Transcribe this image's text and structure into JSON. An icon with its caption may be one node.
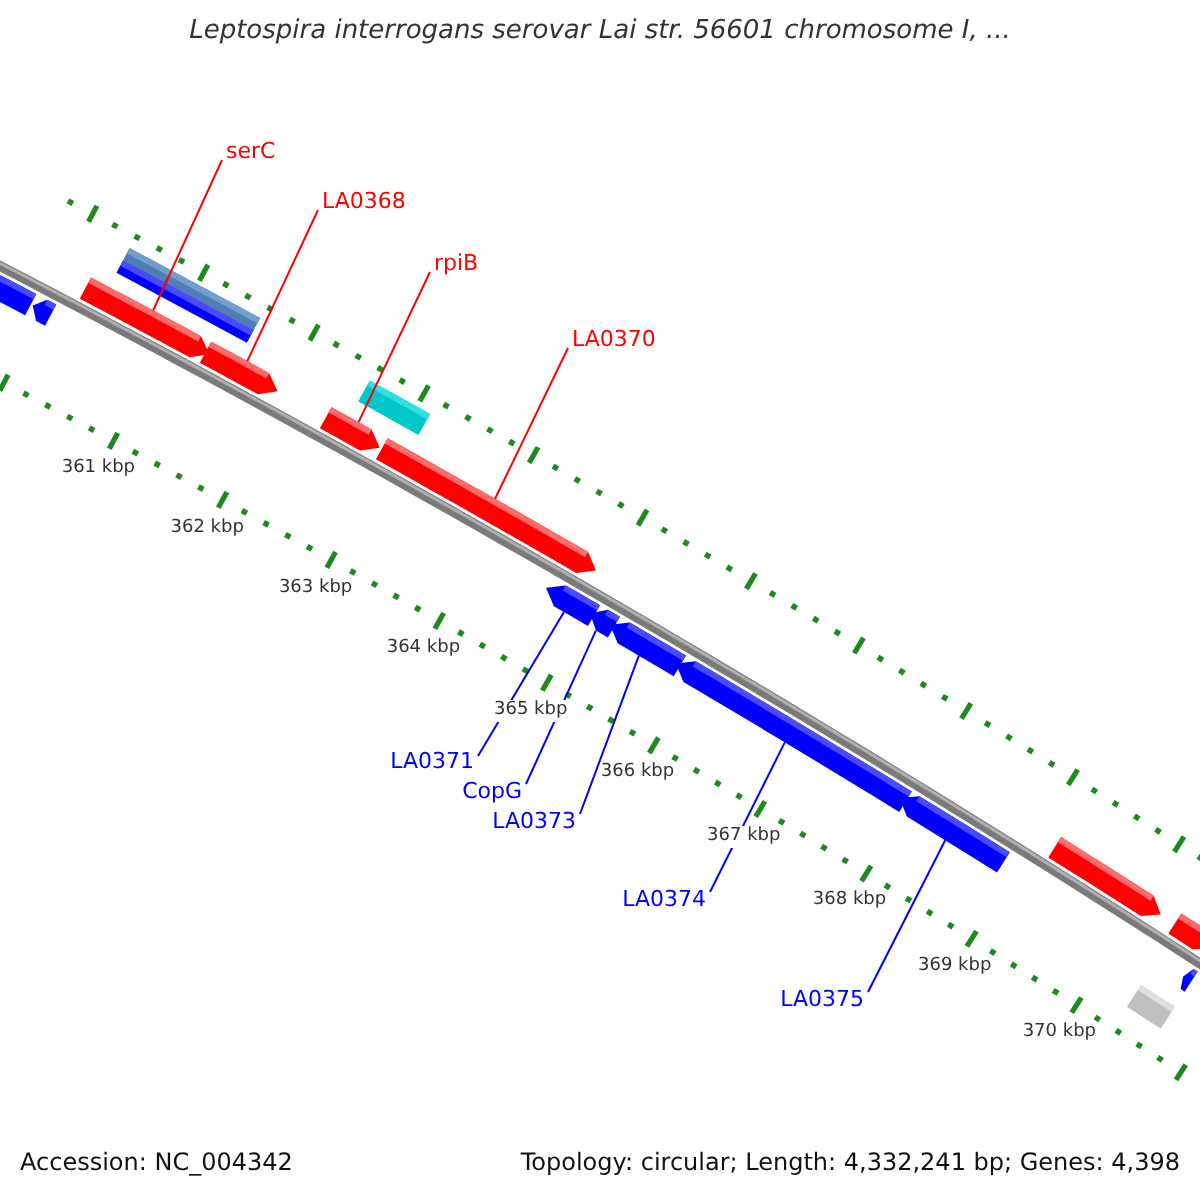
{
  "diagram": {
    "title": "Leptospira interrogans serovar Lai str. 56601 chromosome I, ...",
    "nodes": [
      {
        "text": [
          "serC"
        ]
      },
      {
        "text": [
          "LA0368"
        ]
      },
      {
        "text": [
          "rpiB"
        ]
      },
      {
        "text": [
          "LA0370"
        ]
      },
      {
        "text": [
          "LA0371"
        ]
      },
      {
        "text": [
          "CopG"
        ]
      },
      {
        "text": [
          "LA0373"
        ]
      },
      {
        "text": [
          "LA0374"
        ]
      },
      {
        "text": [
          "LA0375"
        ]
      },
      {
        "text": [],
        "shape": "arrow"
      },
      {
        "text": [],
        "shape": "arrow"
      },
      {
        "text": [],
        "shape": "arrow"
      },
      {
        "text": [],
        "shape": "bar"
      },
      {
        "text": [],
        "shape": "bar"
      },
      {
        "text": [],
        "shape": "arrow"
      },
      {
        "text": [],
        "shape": "arrow"
      },
      {
        "text": [],
        "shape": "bar"
      },
      {
        "text": [],
        "shape": "arrow"
      },
      {
        "text": [],
        "shape": "arrow"
      },
      {
        "text": [],
        "shape": "arrow"
      },
      {
        "text": [],
        "shape": "arrow"
      },
      {
        "text": [],
        "shape": "arrow"
      },
      {
        "text": [],
        "shape": "arrow"
      },
      {
        "text": [],
        "shape": "arrow"
      },
      {
        "text": [],
        "shape": "arrow"
      },
      {
        "text": [],
        "shape": "bar"
      },
      {
        "text": [],
        "shape": "arrow"
      }
    ],
    "edges": [
      {
        "from": 0,
        "to": 11,
        "arrow": "none",
        "color": "#ff0000"
      },
      {
        "from": 1,
        "to": 14,
        "arrow": "none",
        "color": "#ff0000"
      },
      {
        "from": 2,
        "to": 15,
        "arrow": "none",
        "color": "#ff0000"
      },
      {
        "from": 3,
        "to": 17,
        "arrow": "none",
        "color": "#ff0000"
      },
      {
        "from": 4,
        "to": 18,
        "arrow": "none"
      },
      {
        "from": 5,
        "to": 19,
        "arrow": "none"
      },
      {
        "from": 6,
        "to": 20,
        "arrow": "none"
      },
      {
        "from": 7,
        "to": 21,
        "arrow": "none"
      },
      {
        "from": 8,
        "to": 22,
        "arrow": "none"
      }
    ],
    "labels": [
      "361 kbp",
      "362 kbp",
      "363 kbp",
      "364 kbp",
      "365 kbp",
      "366 kbp",
      "367 kbp",
      "368 kbp",
      "369 kbp",
      "370 kbp",
      "Accession: NC_004342",
      "Topology: circular; Length: 4,332,241 bp; Genes: 4,398"
    ]
  }
}
